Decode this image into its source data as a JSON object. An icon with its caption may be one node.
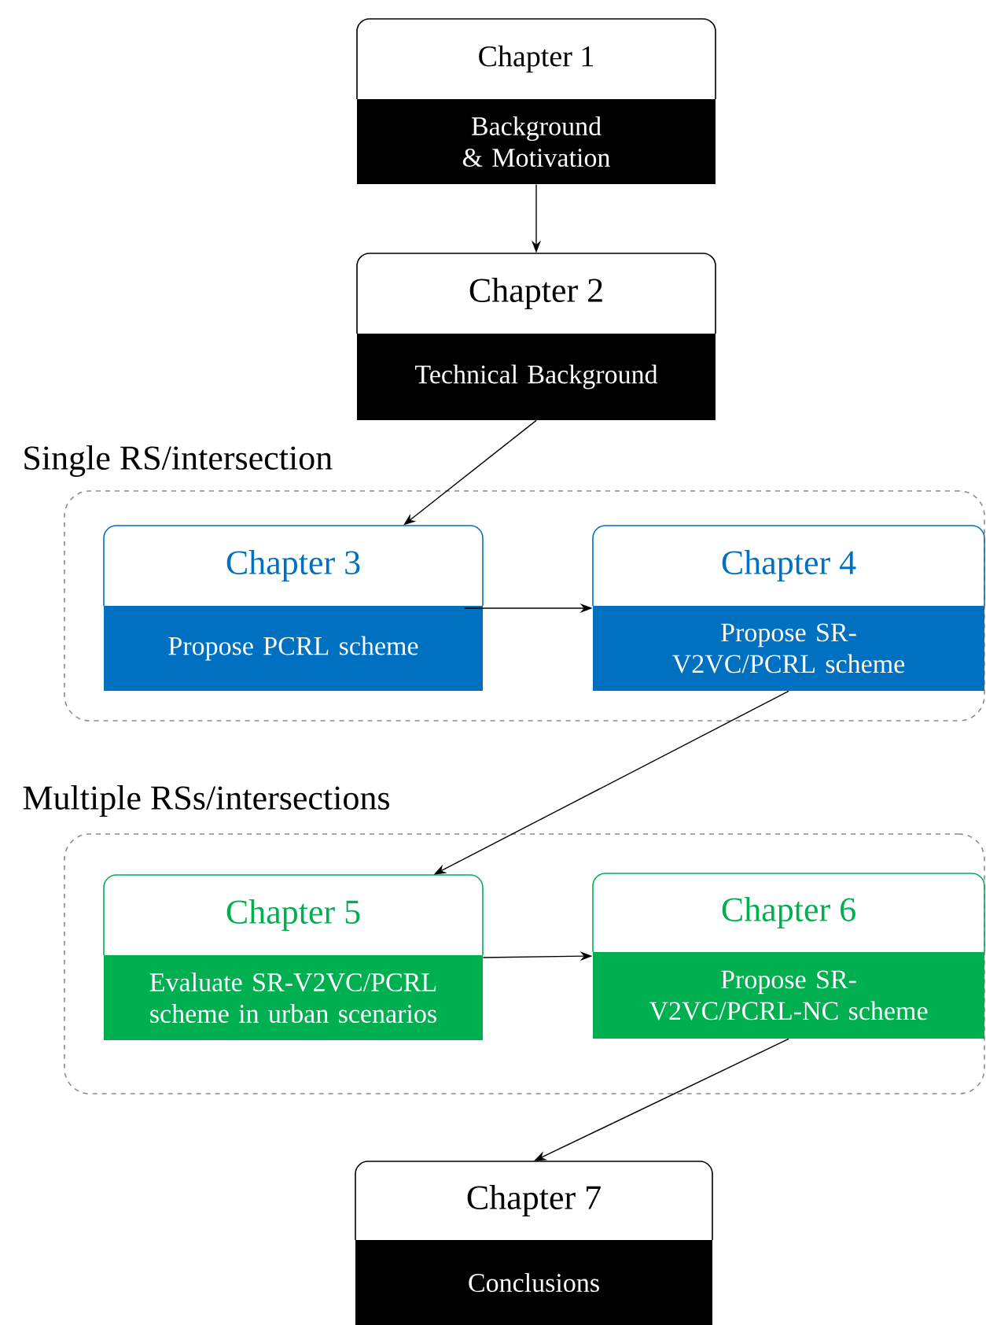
{
  "diagram": {
    "nodes": [
      {
        "text": [
          "Chapter 1",
          "Background & Motivation"
        ]
      },
      {
        "text": [
          "Chapter 2",
          "Technical Background"
        ]
      },
      {
        "text": [
          "Single RS/intersection"
        ]
      },
      {
        "text": [
          "Chapter 3",
          "Propose PCRL scheme"
        ],
        "in": 2
      },
      {
        "text": [
          "Chapter 4",
          "Propose SR-V2VC/PCRL scheme"
        ],
        "in": 2
      },
      {
        "text": [
          "Multiple RSs/intersections"
        ]
      },
      {
        "text": [
          "Chapter 5",
          "Evaluate SR-V2VC/PCRL scheme in urban scenarios"
        ],
        "in": 5
      },
      {
        "text": [
          "Chapter 6",
          "Propose SR-V2VC/PCRL-NC scheme"
        ],
        "in": 5
      },
      {
        "text": [
          "Chapter 7",
          "Conclusions"
        ]
      }
    ],
    "edges": [
      {
        "from": 0,
        "to": 1,
        "arrow": "to"
      },
      {
        "from": 1,
        "to": 3,
        "arrow": "to"
      },
      {
        "from": 3,
        "to": 4,
        "arrow": "to"
      },
      {
        "from": 4,
        "to": 6,
        "arrow": "to"
      },
      {
        "from": 6,
        "to": 7,
        "arrow": "to"
      },
      {
        "from": 7,
        "to": 8,
        "arrow": "to"
      }
    ]
  }
}
